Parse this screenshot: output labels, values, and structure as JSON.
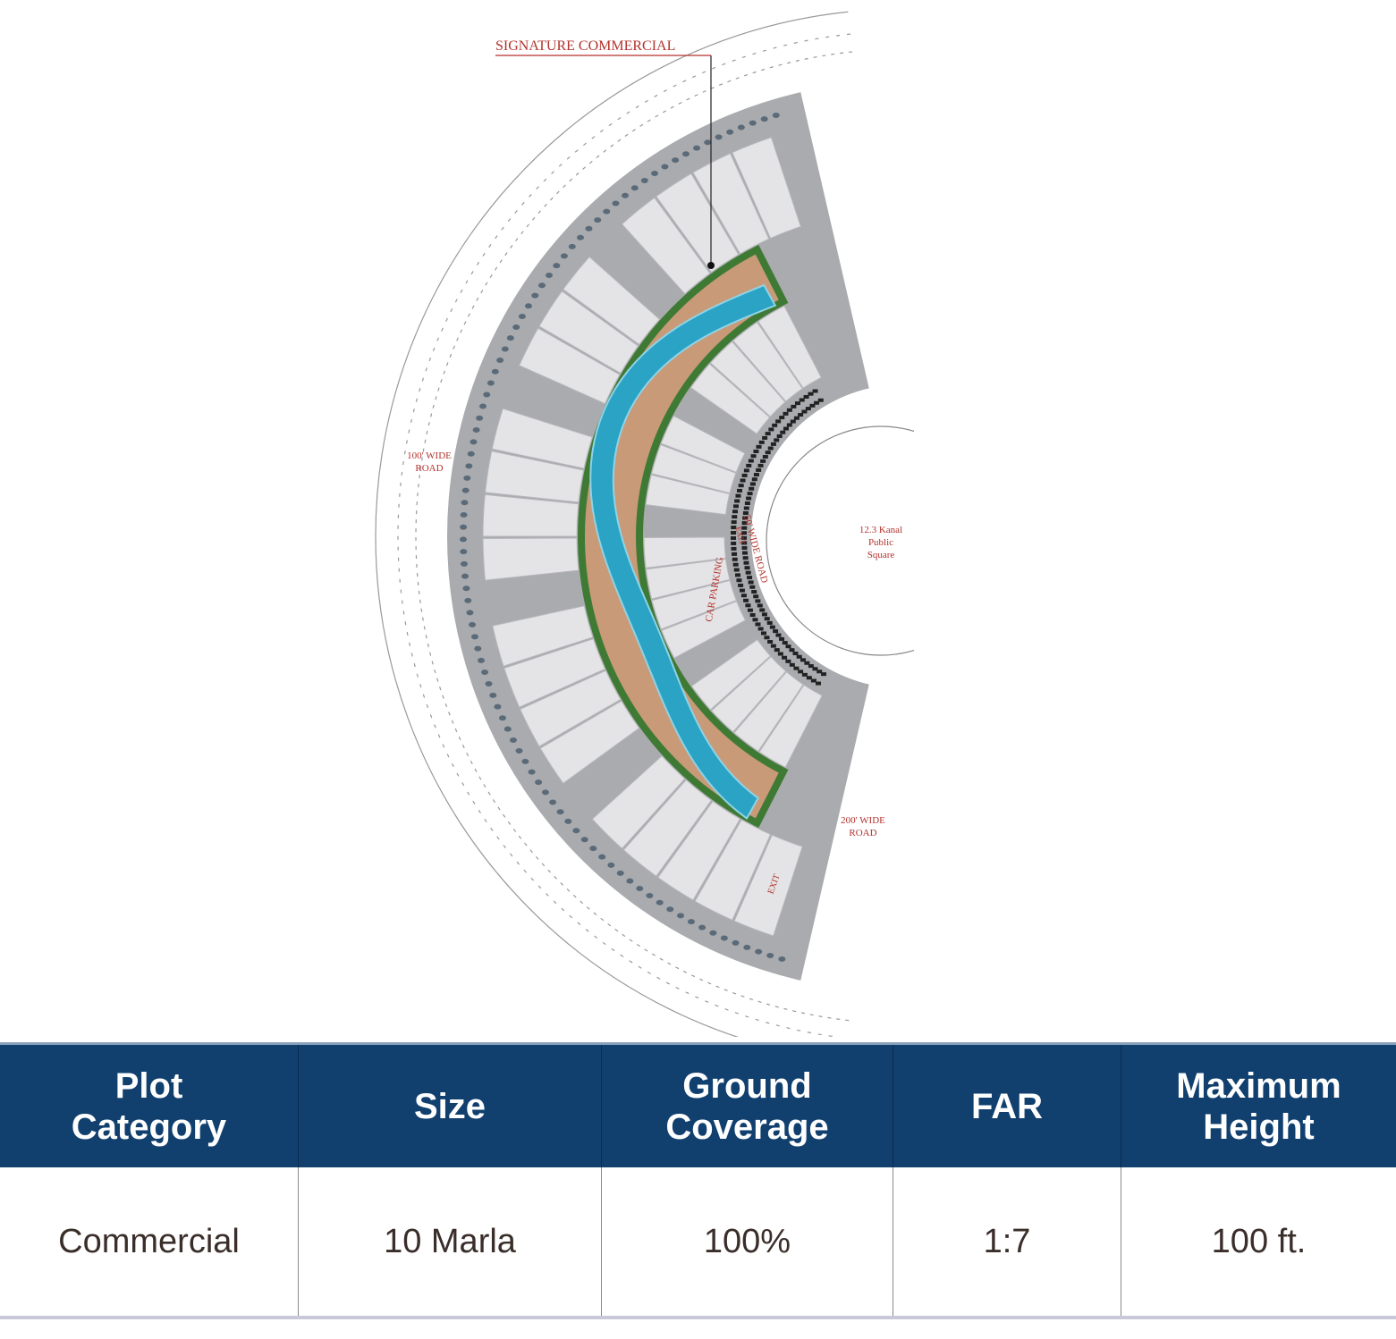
{
  "plan": {
    "labels": {
      "signature_commercial": "SIGNATURE COMMERCIAL",
      "road_100_l1": "100' WIDE",
      "road_100_l2": "ROAD",
      "road_200_l1": "200' WIDE",
      "road_200_l2": "ROAD",
      "road_50": "50' WIDE ROAD",
      "exit": "EXIT",
      "car_parking": "CAR PARKING",
      "square_l1": "12.3 Kanal",
      "square_l2": "Public",
      "square_l3": "Square"
    },
    "colors": {
      "road": "#a9abae",
      "plot": "#e4e4e6",
      "water": "#2aa3c4",
      "green": "#3f7a35",
      "path": "#c99a78",
      "label": "#b3322c"
    }
  },
  "table": {
    "headers": [
      [
        "Plot",
        "Category"
      ],
      [
        "Size"
      ],
      [
        "Ground",
        "Coverage"
      ],
      [
        "FAR"
      ],
      [
        "Maximum",
        "Height"
      ]
    ],
    "rows": [
      [
        "Commercial",
        "10 Marla",
        "100%",
        "1:7",
        "100 ft."
      ]
    ]
  }
}
